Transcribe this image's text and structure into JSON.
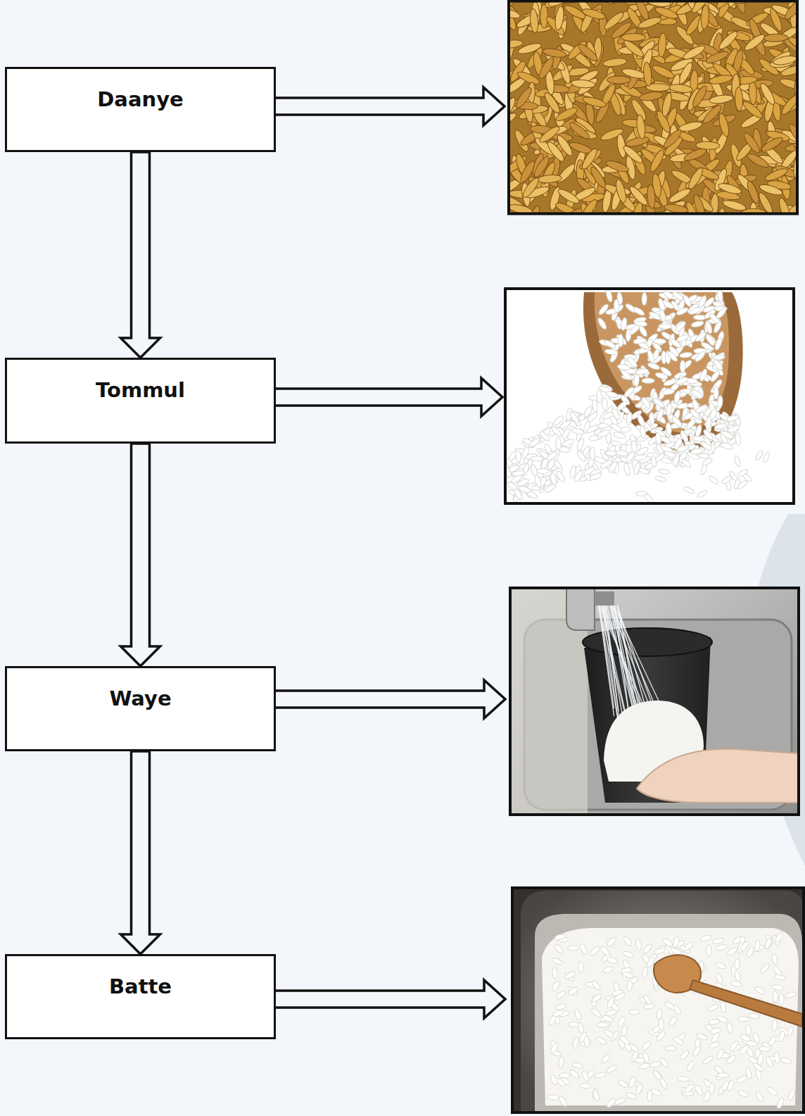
{
  "diagram": {
    "nodes": [
      {
        "text": [
          "Daanye"
        ]
      },
      {
        "text": [
          "Tommul"
        ]
      },
      {
        "text": [
          "Waye"
        ]
      },
      {
        "text": [
          "Batte"
        ]
      }
    ],
    "edges": [
      {
        "from": 0,
        "to": 1,
        "arrow": "to"
      },
      {
        "from": 1,
        "to": 2,
        "arrow": "to"
      },
      {
        "from": 2,
        "to": 3,
        "arrow": "to"
      }
    ]
  }
}
